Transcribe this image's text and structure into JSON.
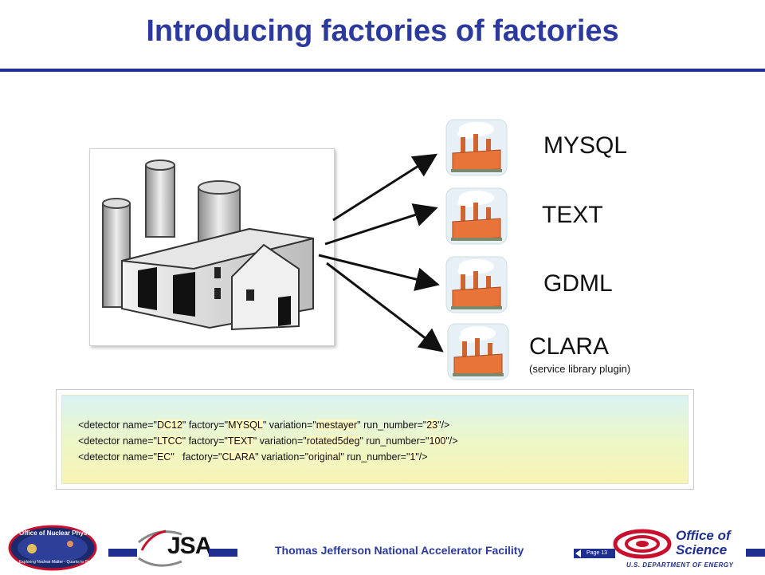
{
  "slide": {
    "title": "Introducing factories of factories"
  },
  "factories": [
    {
      "label": "MYSQL",
      "sub": ""
    },
    {
      "label": "TEXT",
      "sub": ""
    },
    {
      "label": "GDML",
      "sub": ""
    },
    {
      "label": "CLARA",
      "sub": "(service library plugin)"
    }
  ],
  "code": {
    "lines": [
      {
        "p1": "<detector name=\"",
        "v1": "DC12",
        "p2": "\" factory=\"",
        "v2": "MYSQL",
        "p3": "\" variation=\"",
        "v3": "mestayer",
        "p4": "\" run_number=\"",
        "v4": "23",
        "p5": "\"/>"
      },
      {
        "p1": "<detector name=\"",
        "v1": "LTCC",
        "p2": "\" factory=\"",
        "v2": "TEXT",
        "p3": "\" variation=\"",
        "v3": "rotated5deg",
        "p4": "\" run_number=\"",
        "v4": "100",
        "p5": "\"/>"
      },
      {
        "p1": "<detector name=\"",
        "v1": "EC",
        "p2": "\"   factory=\"",
        "v2": "CLARA",
        "p3": "\" variation=\"",
        "v3": "original",
        "p4": "\" run_number=\"",
        "v4": "1",
        "p5": "\"/>"
      }
    ]
  },
  "footer": {
    "org_text": "Thomas Jefferson National Accelerator Facility",
    "page_label": "Page 13",
    "left_logo_text": "Office of Nuclear Physics",
    "left_logo_sub": "Exploring Nuclear Matter - Quarks to Stars",
    "jsa_text": "JSA",
    "doe_line1": "Office of",
    "doe_line2": "Science",
    "doe_line3": "U.S. DEPARTMENT OF ENERGY"
  },
  "colors": {
    "title": "#2b3a9c",
    "rule": "#1f2f8f",
    "factory_orange": "#e8743a"
  }
}
